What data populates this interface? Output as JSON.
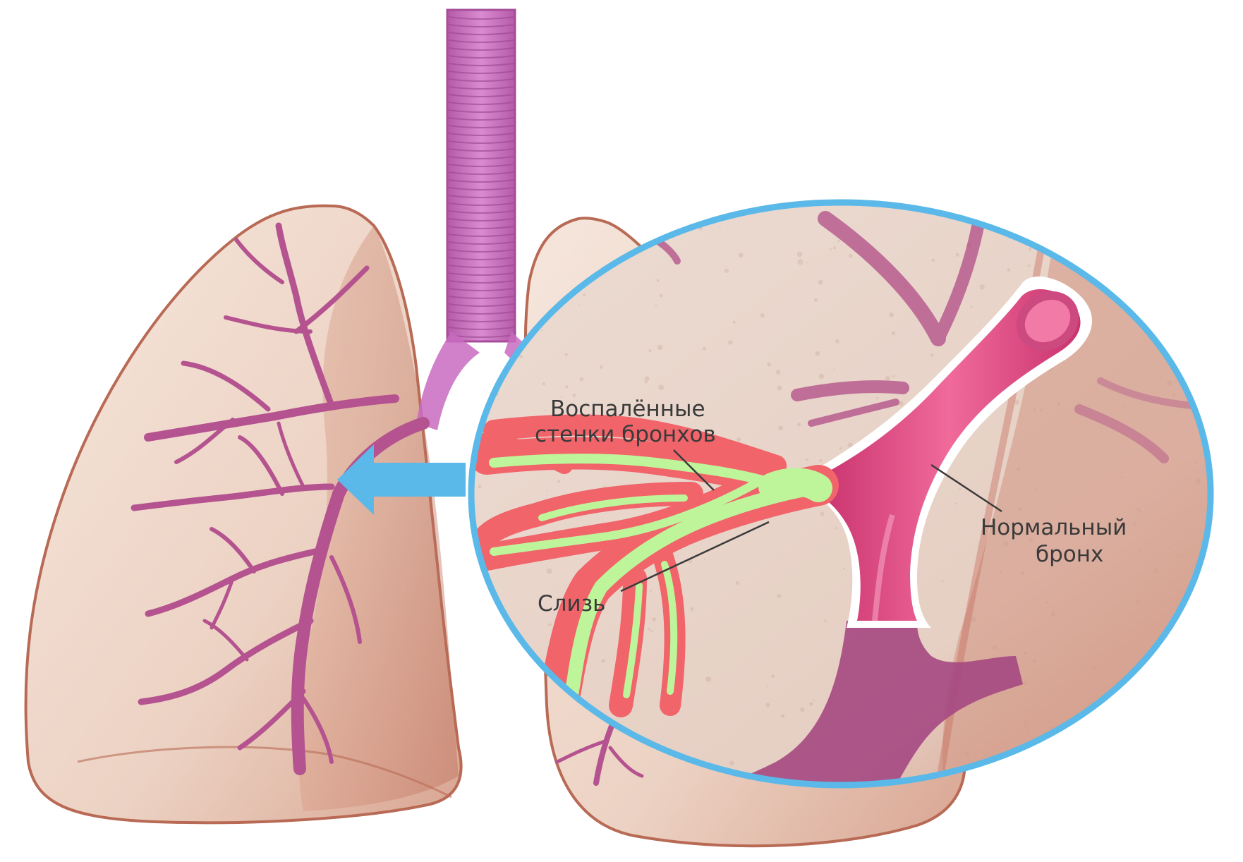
{
  "labels": {
    "inflamed_walls_line1": "Воспалённые",
    "inflamed_walls_line2": "стенки бронхов",
    "mucus": "Слизь",
    "normal_bronchus_line1": "Нормальный",
    "normal_bronchus_line2": "бронх"
  },
  "colors": {
    "trachea": "#c96bbf",
    "bronchi": "#b4538f",
    "lung_fill": "#f1dccf",
    "lung_edge": "#b86a55",
    "inflamed_wall": "#f0646a",
    "mucus": "#bff59a",
    "normal_bronchus": "#e24e86",
    "magnifier_ring": "#5ab9e8",
    "arrow": "#5ab9e8"
  }
}
